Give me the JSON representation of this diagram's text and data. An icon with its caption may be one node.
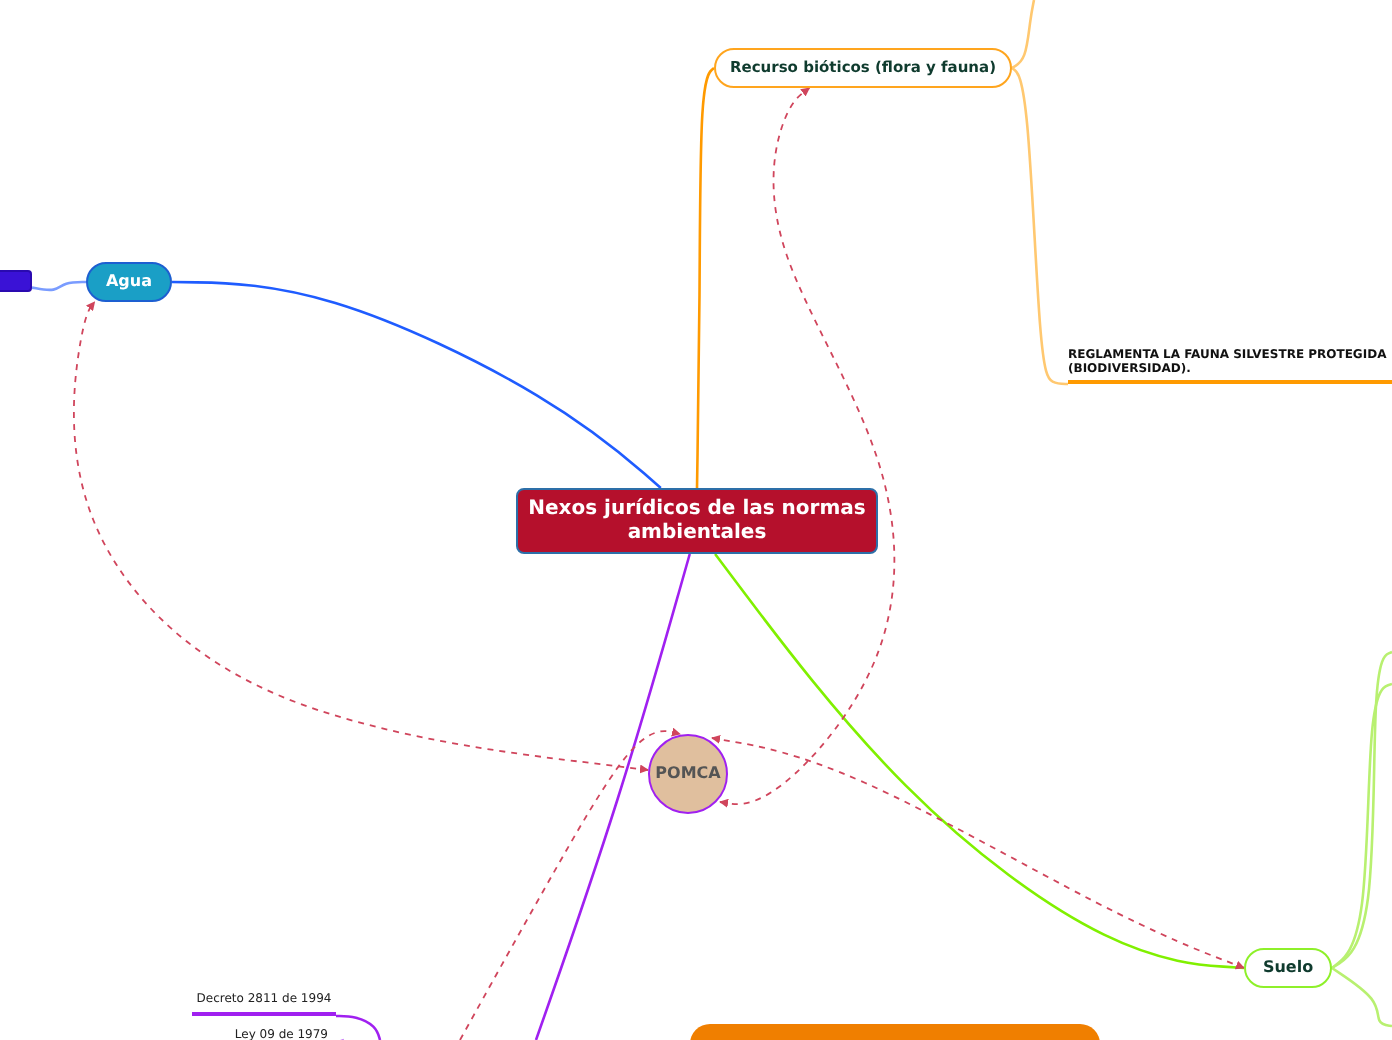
{
  "diagram": {
    "nodes": [
      {
        "text": [
          "Nexos jurídicos de las normas ambientales"
        ]
      },
      {
        "text": [
          "Agua"
        ]
      },
      {
        "text": [],
        "shape": "box"
      },
      {
        "text": [
          "Recurso bióticos (flora y fauna)"
        ]
      },
      {
        "text": [
          "REGLAMENTA LA FAUNA SILVESTRE PROTEGIDA (BIODIVERSIDAD)."
        ]
      },
      {
        "text": [
          "POMCA"
        ]
      },
      {
        "text": [
          "Suelo"
        ]
      },
      {
        "text": [
          "Decreto 2811 de 1994"
        ]
      },
      {
        "text": [
          "Ley 09 de 1979"
        ]
      },
      {
        "text": [],
        "shape": "box"
      }
    ],
    "edges": [
      {
        "from": 0,
        "to": 1,
        "arrow": "none",
        "color": "#1f5cff"
      },
      {
        "from": 0,
        "to": 3,
        "arrow": "none",
        "color": "#ff9a00"
      },
      {
        "from": 0,
        "to": 6,
        "arrow": "none",
        "color": "#80f000"
      },
      {
        "from": 0,
        "to": null,
        "arrow": "none",
        "color": "#a020f0"
      },
      {
        "from": 1,
        "to": 2,
        "arrow": "none",
        "color": "#7a9cff"
      },
      {
        "from": 3,
        "to": null,
        "arrow": "none",
        "color": "#ffc870"
      },
      {
        "from": 3,
        "to": 4,
        "arrow": "none",
        "color": "#ffc870"
      },
      {
        "from": 6,
        "to": null,
        "arrow": "none",
        "color": "#b8f070"
      },
      {
        "from": 6,
        "to": null,
        "arrow": "none",
        "color": "#b8f070"
      },
      {
        "from": 6,
        "to": null,
        "arrow": "none",
        "color": "#b8f070"
      },
      {
        "from": 5,
        "to": 1,
        "arrow": "both",
        "style": "dashed",
        "color": "#d0455c"
      },
      {
        "from": 5,
        "to": 3,
        "arrow": "both",
        "style": "dashed",
        "color": "#d0455c"
      },
      {
        "from": 5,
        "to": 6,
        "arrow": "both",
        "style": "dashed",
        "color": "#d0455c"
      },
      {
        "from": null,
        "to": 5,
        "arrow": "to",
        "style": "dashed",
        "color": "#d0455c"
      },
      {
        "from": 7,
        "to": null,
        "arrow": "none",
        "color": "#a020f0"
      },
      {
        "from": 8,
        "to": null,
        "arrow": "none",
        "color": "#c77bf5"
      }
    ]
  }
}
